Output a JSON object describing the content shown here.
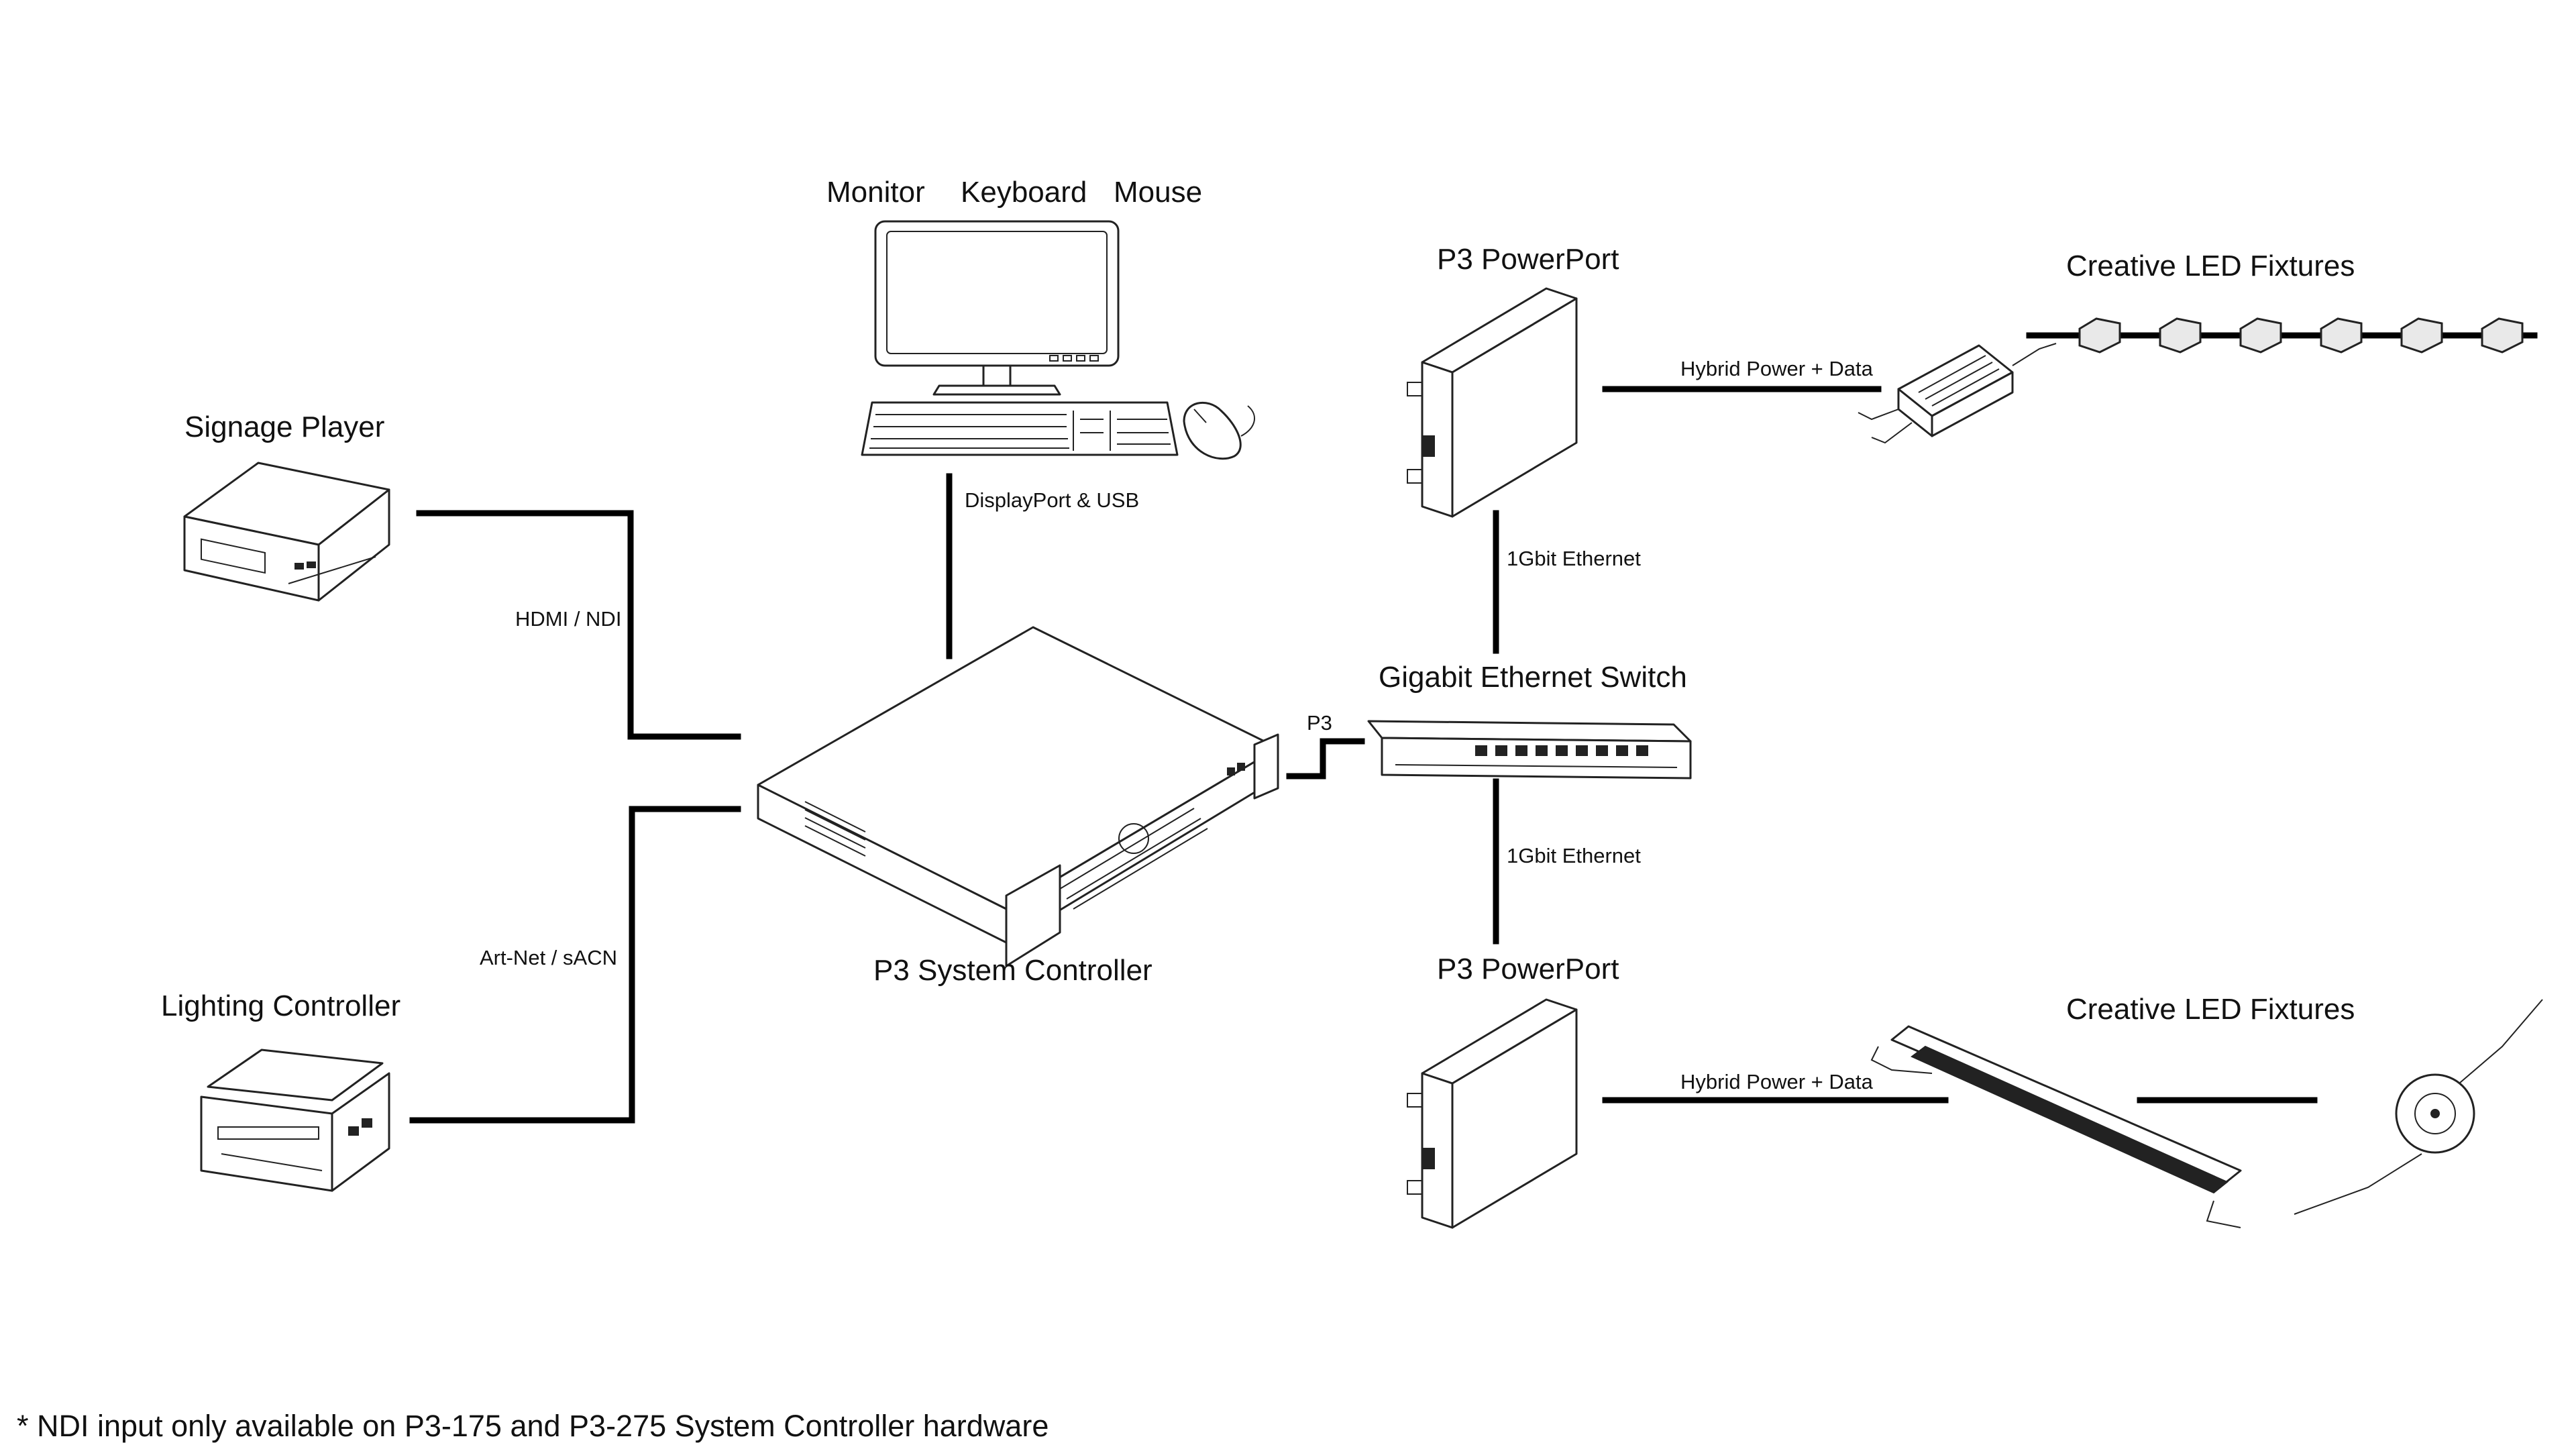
{
  "devices": {
    "monitor_label": "Monitor",
    "keyboard_label": "Keyboard",
    "mouse_label": "Mouse",
    "signage_player": "Signage Player",
    "lighting_controller": "Lighting Controller",
    "system_controller": "P3 System Controller",
    "powerport_top": "P3 PowerPort",
    "powerport_bottom": "P3 PowerPort",
    "ethernet_switch": "Gigabit Ethernet Switch",
    "led_fixtures_top": "Creative LED Fixtures",
    "led_fixtures_bottom": "Creative LED Fixtures"
  },
  "connections": {
    "displayport_usb": "DisplayPort & USB",
    "hdmi_ndi": "HDMI / NDI",
    "artnet_sacn": "Art-Net / sACN",
    "p3": "P3",
    "gbit_top": "1Gbit Ethernet",
    "gbit_bottom": "1Gbit Ethernet",
    "hybrid_top": "Hybrid Power + Data",
    "hybrid_bottom": "Hybrid Power + Data"
  },
  "footnote": "* NDI input only available on P3-175 and P3-275 System Controller hardware"
}
